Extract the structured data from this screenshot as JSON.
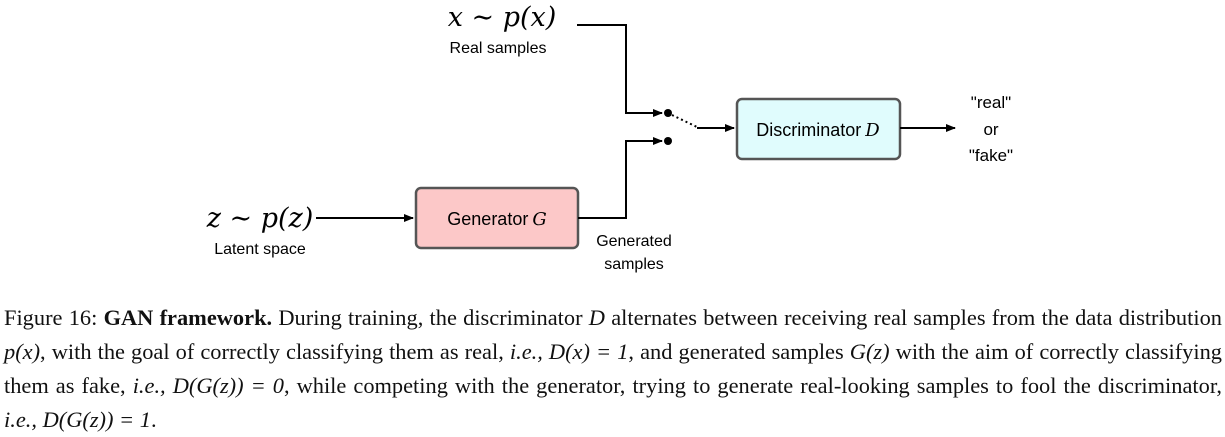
{
  "diagram": {
    "real_input": {
      "math": "x ∼ p(x)",
      "label": "Real samples"
    },
    "latent_input": {
      "math": "z ∼ p(z)",
      "label": "Latent space"
    },
    "generator": {
      "text": "Generator",
      "symbol": "G",
      "fill": "#fcc8c8"
    },
    "discriminator": {
      "text": "Discriminator",
      "symbol": "D",
      "fill": "#e0fcfd"
    },
    "generated_label": [
      "Generated",
      "samples"
    ],
    "output": [
      "\"real\"",
      "or",
      "\"fake\""
    ]
  },
  "caption": {
    "figure_label": "Figure 16:",
    "title": "GAN framework.",
    "t1": "During training, the discriminator",
    "m_D": "D",
    "t2": "alternates between receiving real samples from the data distribution",
    "m_px": "p(x)",
    "t3": ", with the goal of correctly classifying them as real,",
    "ie": "i.e.,",
    "m_eq1": "D(x) = 1",
    "t4": ", and generated samples",
    "m_Gz": "G(z)",
    "t5": "with the aim of correctly classifying them as fake,",
    "m_eq0": "D(G(z)) = 0",
    "t6": ", while competing with the generator, trying to generate real-looking samples to fool the discriminator,",
    "m_eq1b": "D(G(z)) = 1",
    "t7": "."
  }
}
